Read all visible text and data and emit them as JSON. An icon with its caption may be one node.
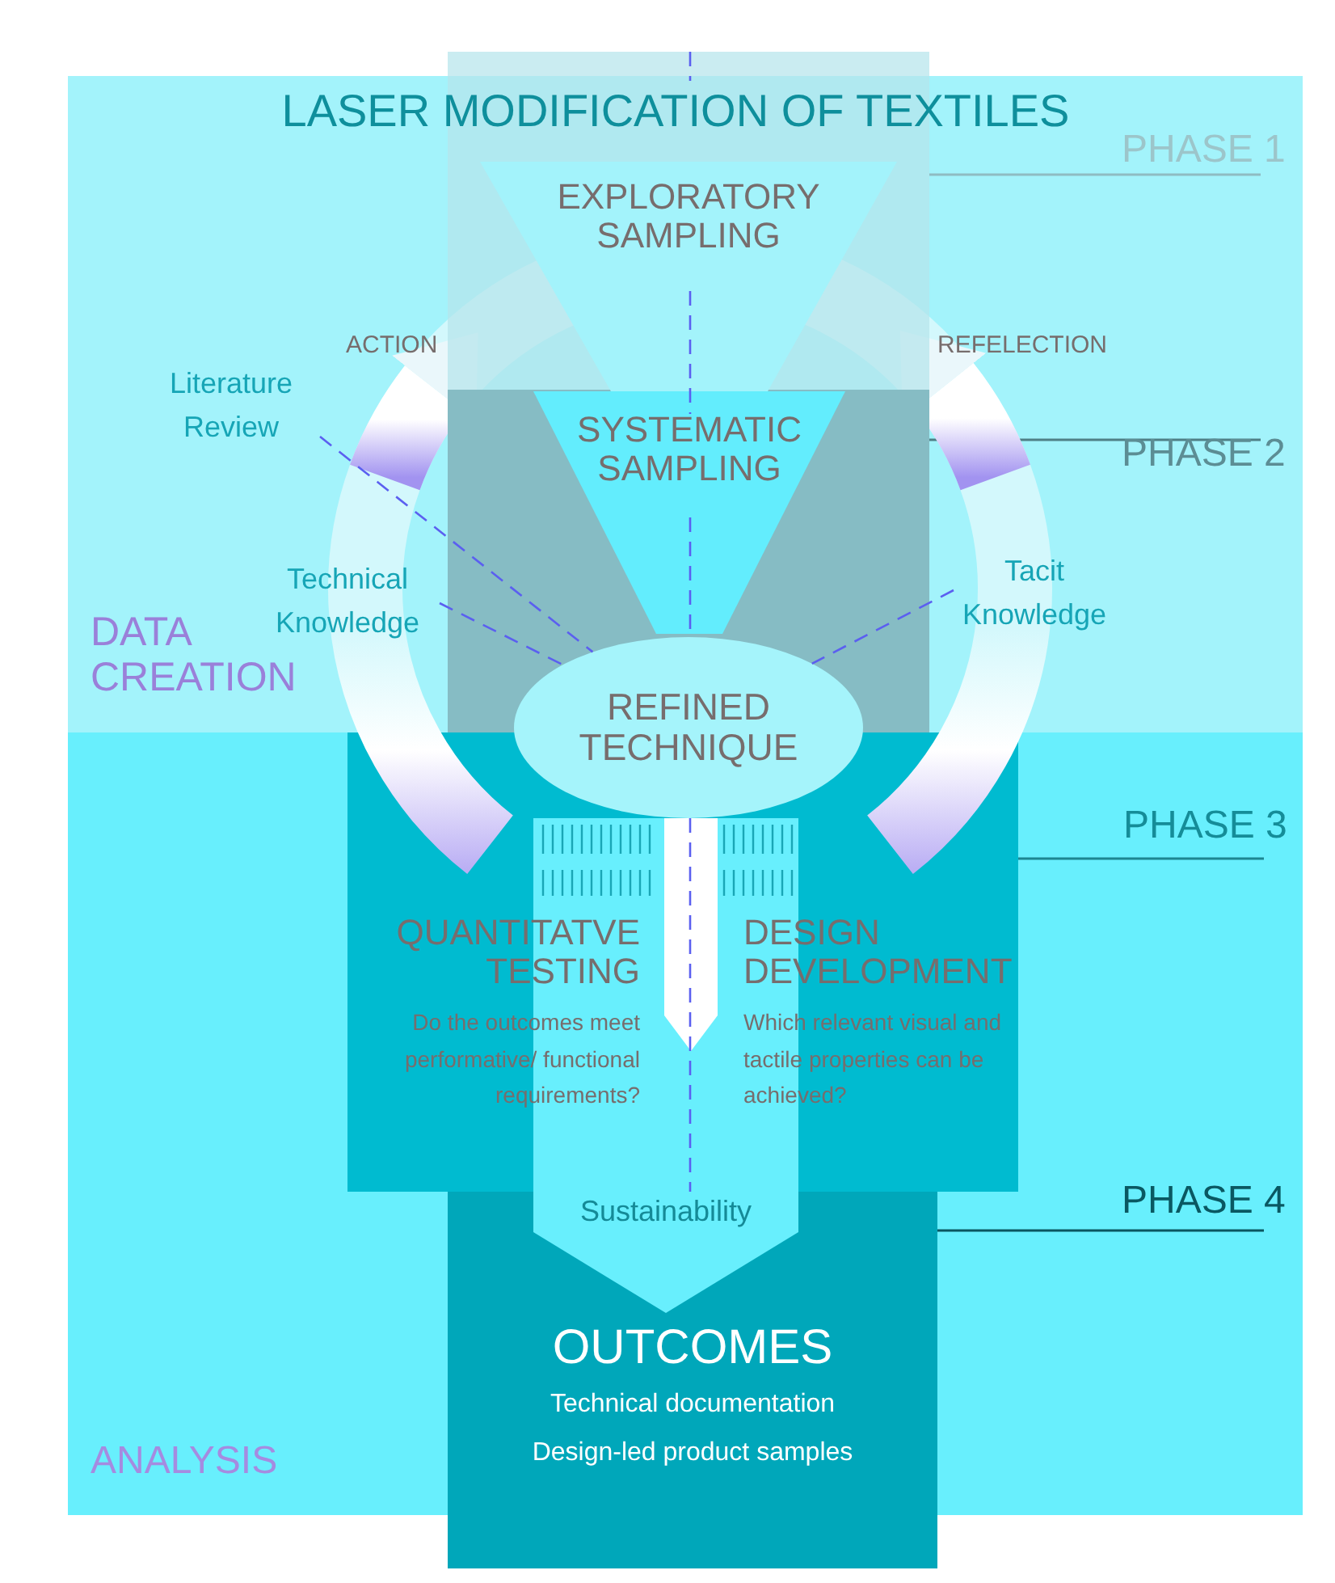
{
  "diagram": {
    "title": "LASER MODIFICATION OF TEXTILES",
    "nodes": [
      {
        "text": [
          "EXPLORATORY SAMPLING"
        ]
      },
      {
        "text": [
          "SYSTEMATIC SAMPLING"
        ]
      },
      {
        "text": [
          "REFINED TECHNIQUE"
        ]
      },
      {
        "text": [
          "Literature Review"
        ]
      },
      {
        "text": [
          "Technical Knowledge"
        ]
      },
      {
        "text": [
          "Tacit Knowledge"
        ]
      },
      {
        "text": [
          "QUANTITATVE TESTING",
          "Do the outcomes meet performative/ functional requirements?"
        ]
      },
      {
        "text": [
          "DESIGN DEVELOPMENT",
          "Which relevant visual and tactile properties can be achieved?"
        ]
      },
      {
        "text": [
          "OUTCOMES",
          "Technical documentation",
          "Design-led product samples"
        ]
      }
    ],
    "edges": [
      {
        "from": 3,
        "to": 2,
        "arrow": "none",
        "style": "dashed"
      },
      {
        "from": 4,
        "to": 2,
        "arrow": "none",
        "style": "dashed"
      },
      {
        "from": 5,
        "to": 2,
        "arrow": "none",
        "style": "dashed"
      },
      {
        "from": null,
        "to": 0,
        "arrow": "to",
        "label": "ACTION"
      },
      {
        "from": null,
        "to": 0,
        "arrow": "to",
        "label": "REFELECTION"
      },
      {
        "from": 2,
        "to": 8,
        "arrow": "to",
        "label": "Sustainability",
        "style": "thick",
        "color": "#68effd"
      }
    ],
    "labels": [
      "PHASE 1",
      "PHASE 2",
      "DATA CREATION",
      "PHASE 3",
      "PHASE 4",
      "ANALYSIS"
    ]
  }
}
